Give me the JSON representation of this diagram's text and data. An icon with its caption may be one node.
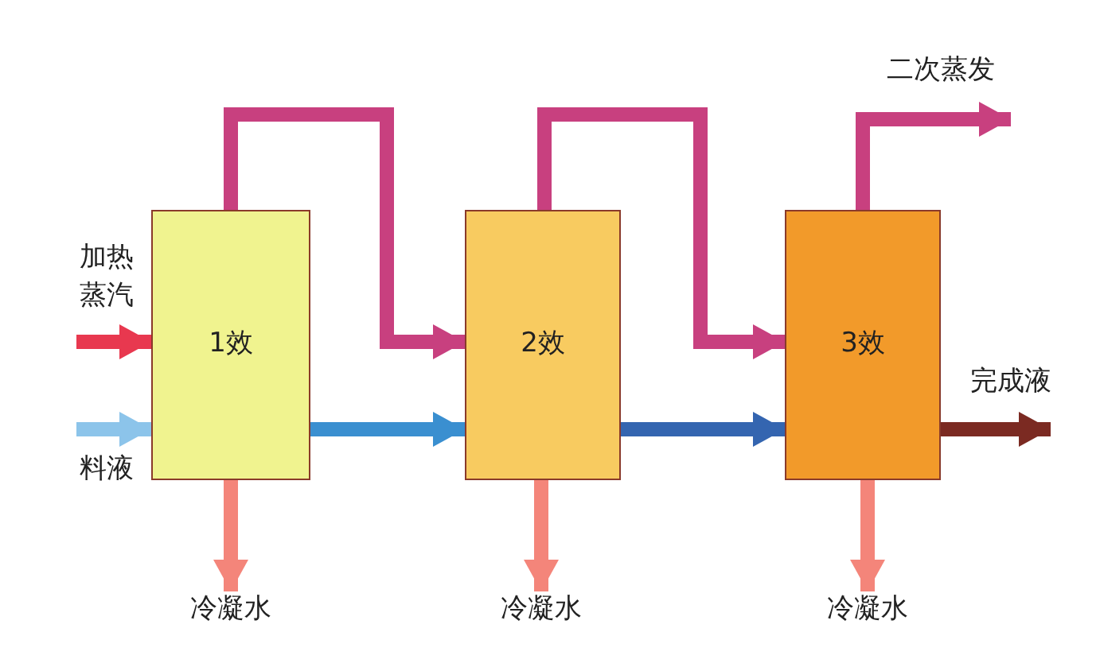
{
  "diagram": {
    "nodes": [
      {
        "text": [
          "1效"
        ]
      },
      {
        "text": [
          "2效"
        ]
      },
      {
        "text": [
          "3效"
        ]
      },
      {
        "text": [
          "冷凝水"
        ]
      },
      {
        "text": [
          "冷凝水"
        ]
      },
      {
        "text": [
          "冷凝水"
        ]
      }
    ],
    "edges": [
      {
        "from": null,
        "to": 0,
        "arrow": "to",
        "label": "加热蒸汽",
        "color": "#e8384f"
      },
      {
        "from": null,
        "to": 0,
        "arrow": "to",
        "label": "料液",
        "color": "#8cc4ea"
      },
      {
        "from": 0,
        "to": 1,
        "arrow": "to",
        "color": "#c8407f"
      },
      {
        "from": 1,
        "to": 2,
        "arrow": "to",
        "color": "#c8407f"
      },
      {
        "from": 2,
        "to": null,
        "arrow": "to",
        "label": "二次蒸发",
        "color": "#c8407f"
      },
      {
        "from": 0,
        "to": 1,
        "arrow": "to",
        "color": "#3a8fd0"
      },
      {
        "from": 1,
        "to": 2,
        "arrow": "to",
        "color": "#3465b0"
      },
      {
        "from": 2,
        "to": null,
        "arrow": "to",
        "label": "完成液",
        "color": "#7b2a22"
      },
      {
        "from": 0,
        "to": 3,
        "arrow": "to",
        "color": "#f4857a"
      },
      {
        "from": 1,
        "to": 4,
        "arrow": "to",
        "color": "#f4857a"
      },
      {
        "from": 2,
        "to": 5,
        "arrow": "to",
        "color": "#f4857a"
      }
    ]
  }
}
